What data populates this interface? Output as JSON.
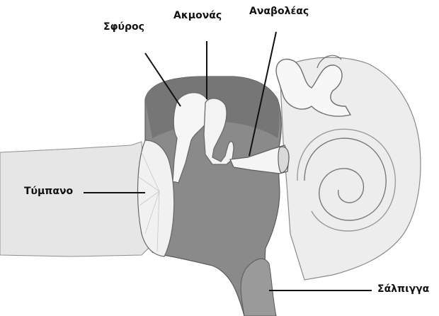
{
  "labels": {
    "malleus": "Σφύρος",
    "incus": "Ακμονάς",
    "stapes": "Αναβολέας",
    "eardrum": "Τύμπανο",
    "eustachian_tube": "Σάλπιγγα"
  },
  "colors": {
    "cavity_dark": "#7f7f7f",
    "cavity_mid": "#9c9c9c",
    "tissue_light": "#e9e9e9",
    "bone_white": "#f4f4f4",
    "outline": "#555555",
    "leader_line": "#111111"
  }
}
